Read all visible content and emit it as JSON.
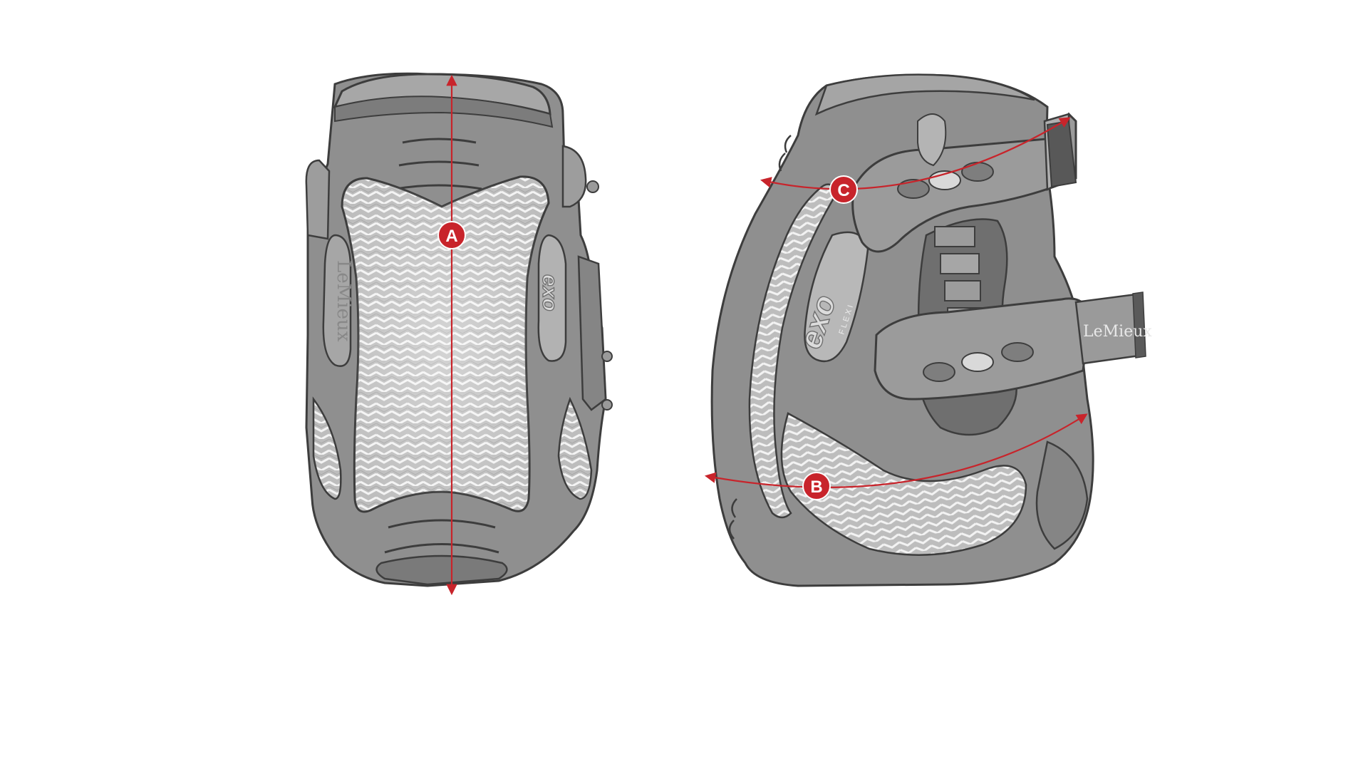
{
  "diagram": {
    "front_view": {
      "brand_label": "LeMieux",
      "logo_label": "exo",
      "measurement": {
        "label": "A"
      }
    },
    "side_view": {
      "logo_label": "exo",
      "logo_sublabel": "FLEXI",
      "strap_brand_label": "LeMieux",
      "measurements": [
        {
          "label": "C"
        },
        {
          "label": "B"
        }
      ]
    },
    "colors": {
      "boot_body": "#8f8f8f",
      "boot_outline": "#3d3d3d",
      "carbon_panel": "#cfcfcf",
      "measurement_line": "#c8242b",
      "background": "#ffffff"
    }
  }
}
